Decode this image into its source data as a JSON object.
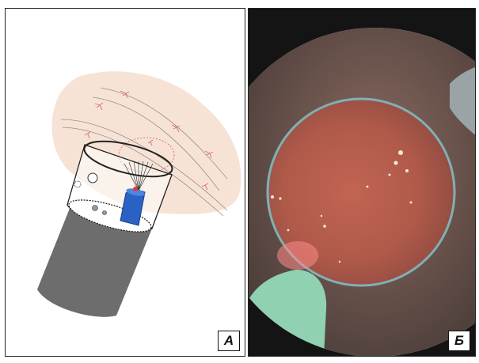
{
  "figure": {
    "panels": [
      {
        "label": "А",
        "content": "schematic"
      },
      {
        "label": "Б",
        "content": "endoscopic-photo"
      }
    ]
  },
  "colors": {
    "tissue": "#f7e3d6",
    "vessel": "#d9667a",
    "scope_body": "#6d6d6d",
    "laser_fiber": "#2a62c4",
    "laser_tip": "#e23a3a",
    "photo_mucosa": "#b2604f",
    "photo_dark": "#141414"
  }
}
